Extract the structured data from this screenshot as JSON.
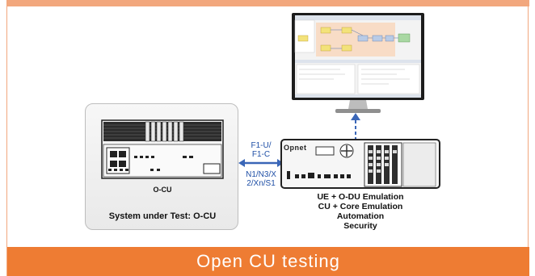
{
  "footer": {
    "title": "Open CU testing"
  },
  "sut": {
    "device_label": "O-CU",
    "caption": "System under Test: O-CU"
  },
  "interfaces": {
    "upper_line1": "F1-U/",
    "upper_line2": "F1-C",
    "lower_line1": "N1/N3/X",
    "lower_line2": "2/Xn/S1"
  },
  "tester": {
    "brand": "Opnet",
    "capabilities": [
      "UE + O-DU Emulation",
      "CU + Core Emulation",
      "Automation",
      "Security"
    ]
  },
  "colors": {
    "accent": "#ee7c33",
    "interface_text": "#1f4fa6",
    "arrow": "#3a66b7"
  }
}
